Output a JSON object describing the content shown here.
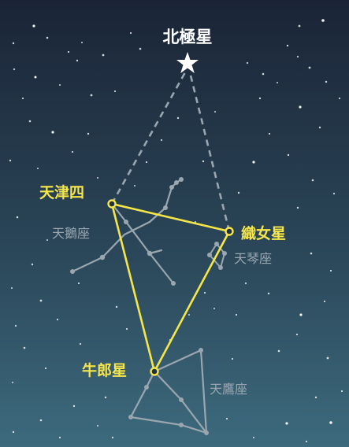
{
  "labels": {
    "polaris": "北極星",
    "deneb": "天津四",
    "vega": "織女星",
    "altair": "牛郎星",
    "cygnus": "天鵝座",
    "lyra": "天琴座",
    "aquila": "天鷹座"
  },
  "colors": {
    "sky_top": "#1a2436",
    "sky_bottom": "#3a6478",
    "triangle": "#f6e64a",
    "constellation": "#9aa6b0",
    "polaris_line": "#9aa6b0",
    "star": "#ffffff"
  },
  "icons": {
    "polaris": "star-icon",
    "bright_star": "ring-marker-icon"
  }
}
